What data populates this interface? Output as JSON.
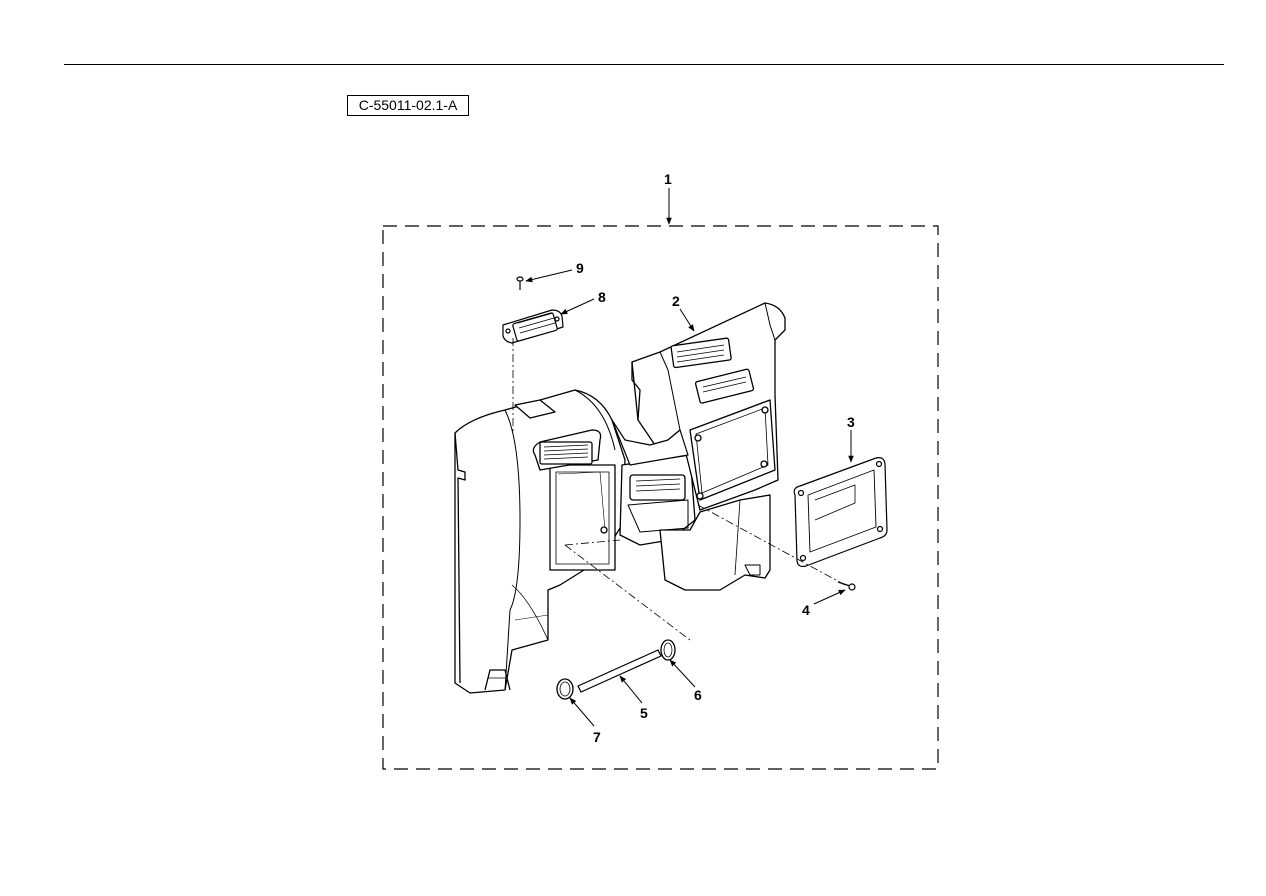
{
  "figure_id": "C-55011-02.1-A",
  "callouts": [
    {
      "label": "1",
      "part": "instrument-panel-assembly"
    },
    {
      "label": "2",
      "part": "center-panel"
    },
    {
      "label": "3",
      "part": "access-cover"
    },
    {
      "label": "4",
      "part": "screw"
    },
    {
      "label": "5",
      "part": "rod"
    },
    {
      "label": "6",
      "part": "retaining-clip"
    },
    {
      "label": "7",
      "part": "retaining-clip"
    },
    {
      "label": "8",
      "part": "air-vent"
    },
    {
      "label": "9",
      "part": "screw"
    }
  ],
  "colors": {
    "line": "#000000",
    "background": "#ffffff"
  }
}
